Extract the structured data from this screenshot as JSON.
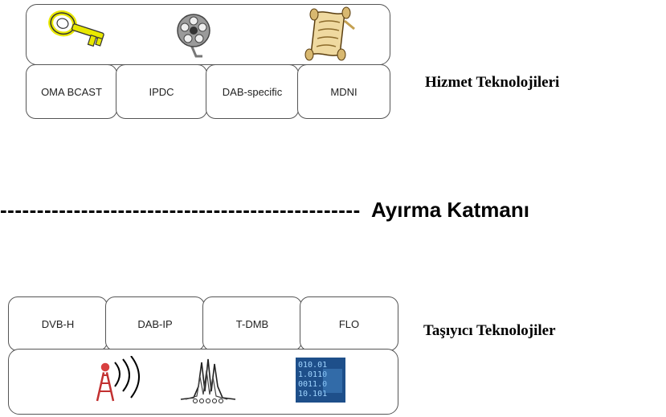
{
  "service_layer": {
    "icons": [
      "key-icon",
      "film-reel-icon",
      "scroll-icon"
    ],
    "boxes": [
      "OMA BCAST",
      "IPDC",
      "DAB-specific",
      "MDNI"
    ],
    "label": "Hizmet Teknolojileri"
  },
  "separator": {
    "dashes": "-------------------------------------------------",
    "label": "Ayırma Katmanı"
  },
  "carrier_layer": {
    "boxes": [
      "DVB-H",
      "DAB-IP",
      "T-DMB",
      "FLO"
    ],
    "icons": [
      "broadcast-antenna-icon",
      "signal-spectrum-icon",
      "digital-data-icon"
    ],
    "label": "Taşıyıcı Teknolojiler"
  }
}
